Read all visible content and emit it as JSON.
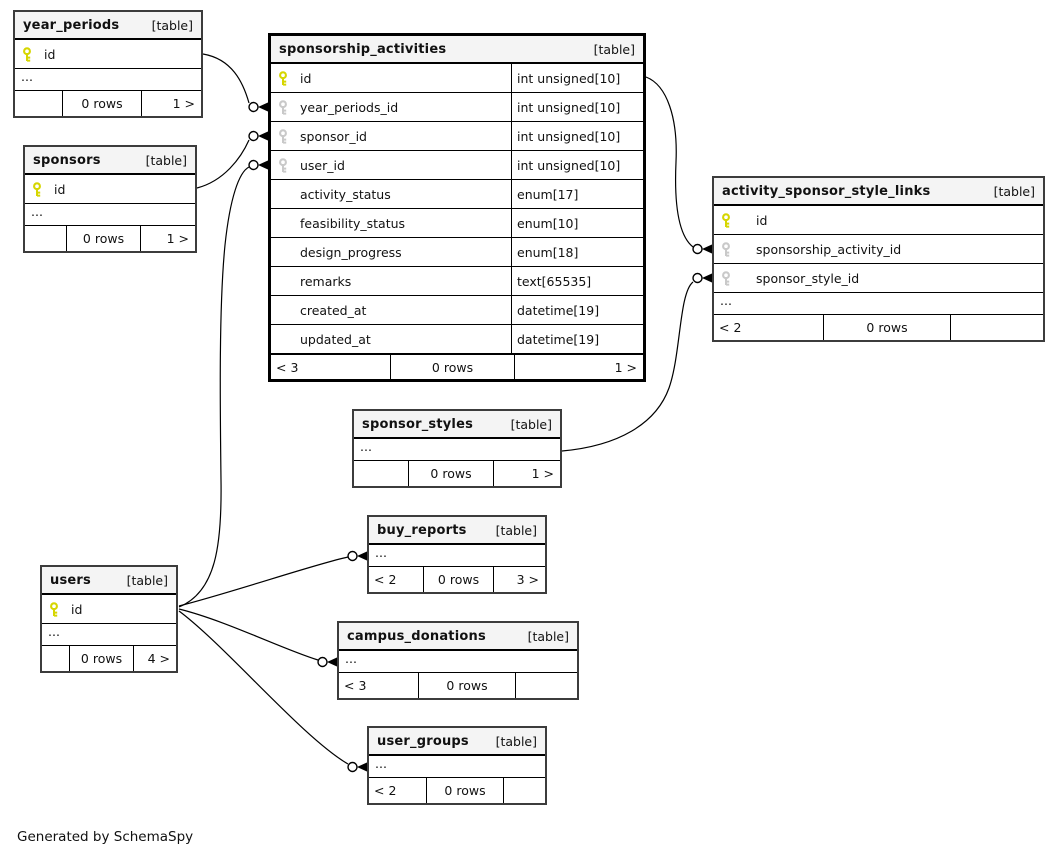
{
  "note": "Generated by SchemaSpy",
  "colors": {
    "pk_key": "#d6d600",
    "fk_key": "#c9c9c9",
    "header_bg": "#f4f4f4",
    "line": "#000000",
    "emphasis_border": "#000000",
    "table_border": "#3c3c3c"
  },
  "tables": {
    "year_periods": {
      "name": "year_periods",
      "tag": "[table]",
      "columns": [
        {
          "name": "id",
          "key": "pk",
          "type": ""
        }
      ],
      "ellipsis": "...",
      "footer": {
        "left": "",
        "center": "0 rows",
        "right": "1 >"
      }
    },
    "sponsors": {
      "name": "sponsors",
      "tag": "[table]",
      "columns": [
        {
          "name": "id",
          "key": "pk",
          "type": ""
        }
      ],
      "ellipsis": "...",
      "footer": {
        "left": "",
        "center": "0 rows",
        "right": "1 >"
      }
    },
    "sponsorship_activities": {
      "name": "sponsorship_activities",
      "tag": "[table]",
      "columns": [
        {
          "name": "id",
          "key": "pk",
          "type": "int unsigned[10]"
        },
        {
          "name": "year_periods_id",
          "key": "fk",
          "type": "int unsigned[10]"
        },
        {
          "name": "sponsor_id",
          "key": "fk",
          "type": "int unsigned[10]"
        },
        {
          "name": "user_id",
          "key": "fk",
          "type": "int unsigned[10]"
        },
        {
          "name": "activity_status",
          "key": "",
          "type": "enum[17]"
        },
        {
          "name": "feasibility_status",
          "key": "",
          "type": "enum[10]"
        },
        {
          "name": "design_progress",
          "key": "",
          "type": "enum[18]"
        },
        {
          "name": "remarks",
          "key": "",
          "type": "text[65535]"
        },
        {
          "name": "created_at",
          "key": "",
          "type": "datetime[19]"
        },
        {
          "name": "updated_at",
          "key": "",
          "type": "datetime[19]"
        }
      ],
      "footer": {
        "left": "< 3",
        "center": "0 rows",
        "right": "1 >"
      }
    },
    "activity_sponsor_style_links": {
      "name": "activity_sponsor_style_links",
      "tag": "[table]",
      "columns": [
        {
          "name": "id",
          "key": "pk",
          "type": ""
        },
        {
          "name": "sponsorship_activity_id",
          "key": "fk",
          "type": ""
        },
        {
          "name": "sponsor_style_id",
          "key": "fk",
          "type": ""
        }
      ],
      "ellipsis": "...",
      "footer": {
        "left": "< 2",
        "center": "0 rows",
        "right": ""
      }
    },
    "sponsor_styles": {
      "name": "sponsor_styles",
      "tag": "[table]",
      "columns": [],
      "ellipsis": "...",
      "footer": {
        "left": "",
        "center": "0 rows",
        "right": "1 >"
      }
    },
    "buy_reports": {
      "name": "buy_reports",
      "tag": "[table]",
      "columns": [],
      "ellipsis": "...",
      "footer": {
        "left": "< 2",
        "center": "0 rows",
        "right": "3 >"
      }
    },
    "users": {
      "name": "users",
      "tag": "[table]",
      "columns": [
        {
          "name": "id",
          "key": "pk",
          "type": ""
        }
      ],
      "ellipsis": "...",
      "footer": {
        "left": "",
        "center": "0 rows",
        "right": "4 >"
      }
    },
    "campus_donations": {
      "name": "campus_donations",
      "tag": "[table]",
      "columns": [],
      "ellipsis": "...",
      "footer": {
        "left": "< 3",
        "center": "0 rows",
        "right": ""
      }
    },
    "user_groups": {
      "name": "user_groups",
      "tag": "[table]",
      "columns": [],
      "ellipsis": "...",
      "footer": {
        "left": "< 2",
        "center": "0 rows",
        "right": ""
      }
    }
  },
  "relationships": [
    {
      "from": "year_periods.id",
      "to": "sponsorship_activities.year_periods_id"
    },
    {
      "from": "sponsors.id",
      "to": "sponsorship_activities.sponsor_id"
    },
    {
      "from": "users.id",
      "to": "sponsorship_activities.user_id"
    },
    {
      "from": "sponsorship_activities.id",
      "to": "activity_sponsor_style_links.sponsorship_activity_id"
    },
    {
      "from": "sponsor_styles",
      "to": "activity_sponsor_style_links.sponsor_style_id"
    },
    {
      "from": "users.id",
      "to": "buy_reports"
    },
    {
      "from": "users.id",
      "to": "campus_donations"
    },
    {
      "from": "users.id",
      "to": "user_groups"
    }
  ]
}
